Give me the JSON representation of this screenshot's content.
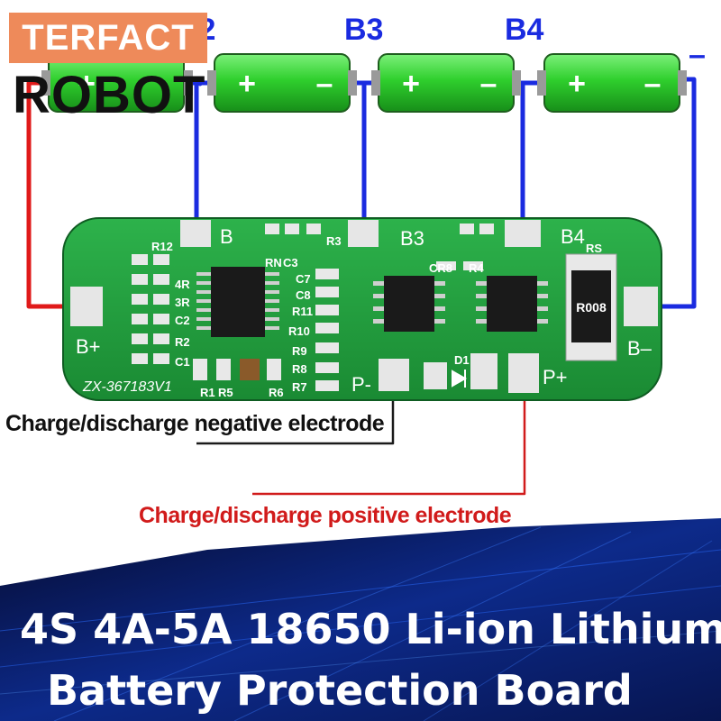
{
  "brand": {
    "top": "TERFACT",
    "bottom": "ROBOT"
  },
  "node_labels": {
    "b2": "B2",
    "b3": "B3",
    "b4": "B4",
    "minus": "–"
  },
  "battery_signs": {
    "plus": "+",
    "minus": "–"
  },
  "board": {
    "model": "ZX-367183V1",
    "pad_labels": {
      "b": "B",
      "b3": "B3",
      "b4": "B4",
      "b_plus": "B+",
      "b_minus": "B–",
      "p_minus": "P-",
      "p_plus": "P+"
    },
    "components": [
      "R12",
      "4R",
      "3R",
      "C2",
      "R2",
      "C1",
      "R1",
      "R5",
      "R6",
      "RN",
      "C3",
      "C7",
      "C8",
      "R11",
      "R10",
      "R9",
      "R8",
      "R7",
      "R3",
      "CR8",
      "R4",
      "D1",
      "RS"
    ],
    "shunt_marking": "R008"
  },
  "labels": {
    "negative": "Charge/discharge negative electrode",
    "positive": "Charge/discharge positive electrode"
  },
  "title": {
    "line1": "4S 4A-5A 18650 Li-ion Lithium",
    "line2": "Battery Protection Board"
  },
  "colors": {
    "board_green": "#1f9e3a",
    "battery_green": "#3ad23a",
    "wire_blue": "#1a2be0",
    "wire_red": "#e01a1a",
    "background_banner": "#0a1a5c"
  }
}
